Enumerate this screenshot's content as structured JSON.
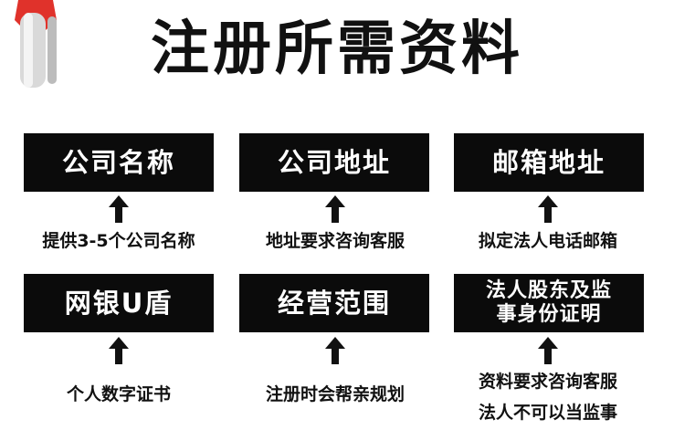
{
  "title": "注册所需资料",
  "cards": [
    {
      "label": "公司名称",
      "note": "提供3-5个公司名称"
    },
    {
      "label": "公司地址",
      "note": "地址要求咨询客服"
    },
    {
      "label": "邮箱地址",
      "note": "拟定法人电话邮箱"
    },
    {
      "label": "网银U盾",
      "note": "个人数字证书"
    },
    {
      "label": "经营范围",
      "note": "注册时会帮亲规划"
    },
    {
      "label_line1": "法人股东及监",
      "label_line2": "事身份证明",
      "note_line1": "资料要求咨询客服",
      "note_line2": "法人不可以当监事"
    }
  ],
  "colors": {
    "card_bg": "#0b0b0b",
    "text": "#111111",
    "accent": "#e0322b"
  }
}
